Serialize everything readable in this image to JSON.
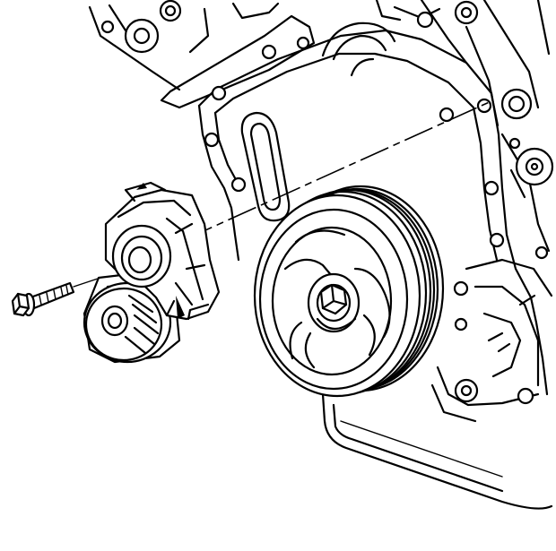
{
  "illustration": {
    "components": [
      "engine-front-cover",
      "crankshaft-balancer-pulley",
      "drive-belt-tensioner",
      "tensioner-bolt",
      "oil-pan"
    ],
    "line_color": "#000000",
    "background": "#ffffff"
  }
}
